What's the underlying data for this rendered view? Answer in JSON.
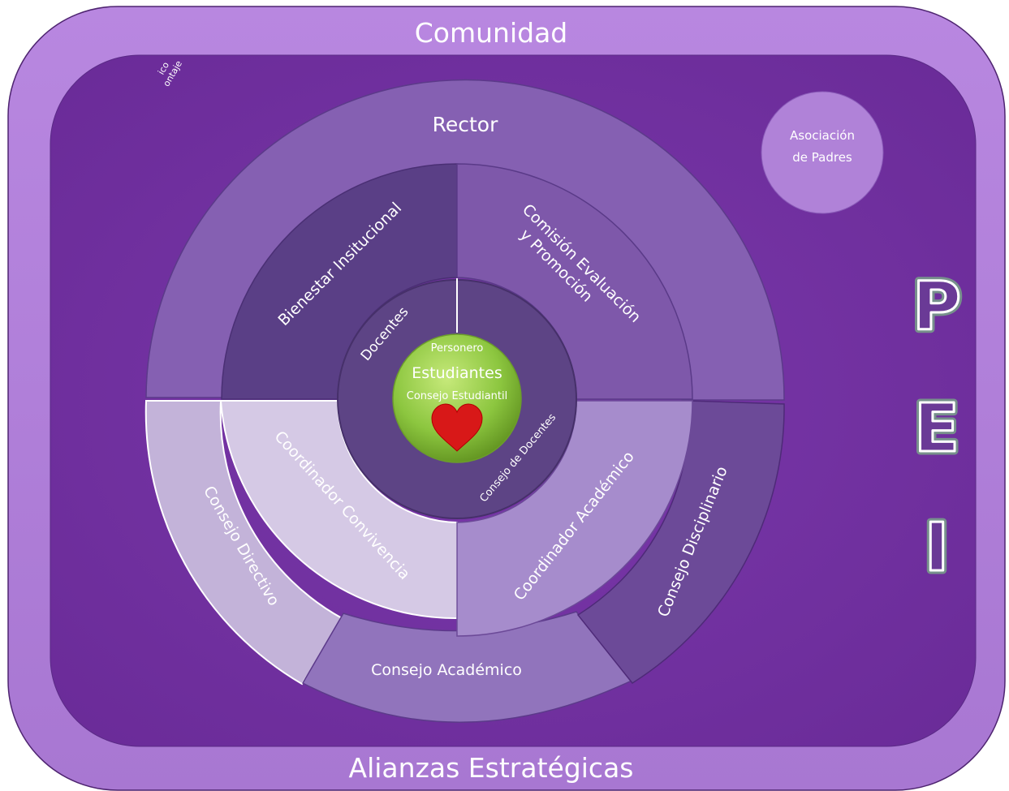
{
  "frame": {
    "top_label": "Comunidad",
    "bottom_label": "Alianzas Estratégicas",
    "side_letters": [
      "P",
      "E",
      "I"
    ],
    "corner_fragment": [
      "ico",
      "ontaje"
    ]
  },
  "association": {
    "label_line1": "Asociación",
    "label_line2": "de Padres"
  },
  "outer_ring": {
    "rector": "Rector",
    "consejo_directivo": "Consejo Directivo",
    "consejo_academico": "Consejo Académico",
    "consejo_disciplinario": "Consejo Disciplinario"
  },
  "middle_ring": {
    "bienestar": "Bienestar Insitucional",
    "comision_line1": "Comisión Evaluación",
    "comision_line2": "y Promoción",
    "coord_convivencia": "Coordinador  Convivencia",
    "coord_academico": "Coordinador  Académico"
  },
  "inner_ring": {
    "docentes": "Docentes",
    "consejo_docentes": "Consejo de Docentes"
  },
  "center": {
    "personero": "Personero",
    "estudiantes": "Estudiantes",
    "consejo_estudiantil": "Consejo Estudiantil",
    "heart_icon": "heart-icon"
  },
  "colors": {
    "frame": "#b07ed8",
    "background": "#7030a0",
    "rector": "#8560b2",
    "consejo_directivo": "#c3b3d9",
    "consejo_academico": "#9174bc",
    "consejo_disciplinario": "#6c4a98",
    "bienestar": "#5a3f86",
    "comision": "#7e58aa",
    "coord_convivencia": "#d5c9e5",
    "coord_academico": "#a68ccc",
    "inner": "#5d4485",
    "center": "#8cc63f",
    "heart": "#d81818"
  }
}
